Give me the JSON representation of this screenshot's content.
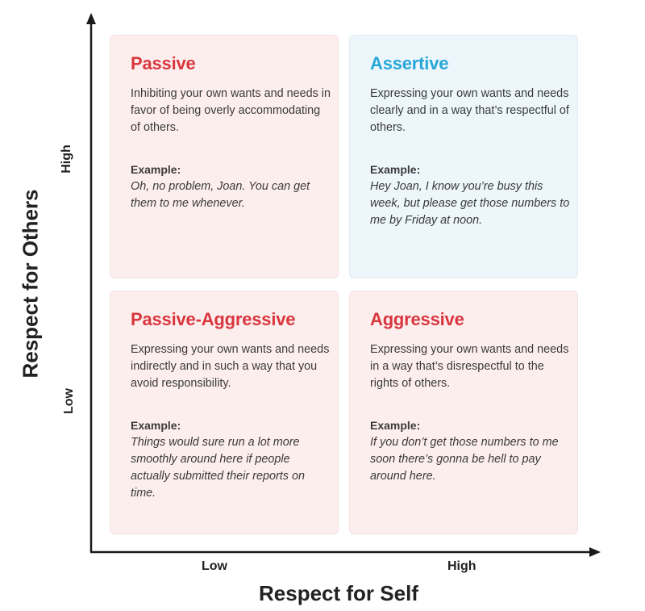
{
  "axes": {
    "x_title": "Respect for Self",
    "y_title": "Respect for Others",
    "x_low": "Low",
    "x_high": "High",
    "y_low": "Low",
    "y_high": "High"
  },
  "quadrants": {
    "passive": {
      "title": "Passive",
      "description": "Inhibiting your own wants and needs in favor of being overly accommodating of others.",
      "example_label": "Example:",
      "example_text": "Oh, no problem, Joan. You can get them to me whenever.",
      "title_color": "#d9363e",
      "background": "#fdeeee"
    },
    "assertive": {
      "title": "Assertive",
      "description": "Expressing your own wants and needs clearly and in a way that’s respectful of others.",
      "example_label": "Example:",
      "example_text": "Hey Joan, I know you’re busy this week, but please get those numbers to me by Friday at noon.",
      "title_color": "#27a7d8",
      "background": "#ecf6fb"
    },
    "passive_aggressive": {
      "title": "Passive-Aggressive",
      "description": "Expressing your own wants and needs indirectly and in such a way that you avoid responsibility.",
      "example_label": "Example:",
      "example_text": "Things would sure run a lot more smoothly around here if people actually submitted their reports on time.",
      "title_color": "#d9363e",
      "background": "#fdeeee"
    },
    "aggressive": {
      "title": "Aggressive",
      "description": "Expressing your own wants and needs in a way that’s disrespectful to the rights of others.",
      "example_label": "Example:",
      "example_text": "If you don’t get those numbers to me soon there’s gonna be hell to pay around here.",
      "title_color": "#d9363e",
      "background": "#fdeeee"
    }
  },
  "colors": {
    "axis": "#1a1a1a",
    "text": "#3a3a3a"
  }
}
